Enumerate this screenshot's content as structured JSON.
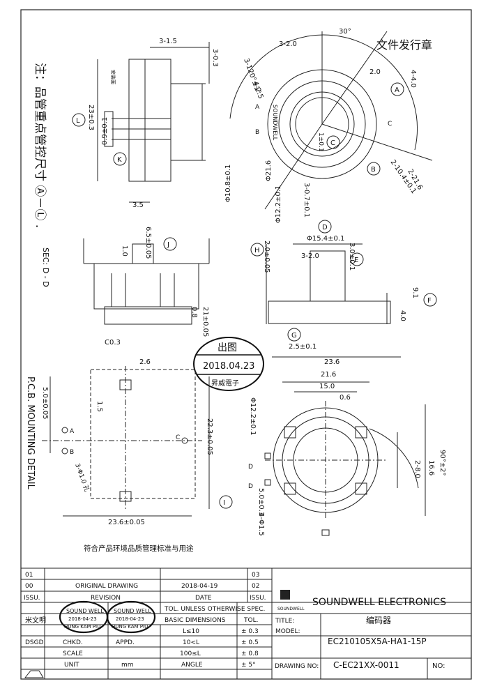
{
  "header": {
    "release_stamp": "文件发行章",
    "note": "注：品管重点管控尺寸 Ⓐ－Ⓛ .",
    "conformity_note": "符合产品环境品质管理标准与用途"
  },
  "dimensions": {
    "side_top": [
      "3-1.5",
      "3-0.3",
      "23±0.3",
      "0.9±0.1",
      "3.5"
    ],
    "side_small_label": "安装面",
    "top_view": [
      "3-2.0",
      "30°",
      "4-4.0",
      "2.0",
      "3-120°±1°",
      "4-2.5",
      "2-10.4±0.1",
      "2-21.6",
      "1±0.1",
      "3-0.7±0.1",
      "Φ10.8±0.1",
      "Φ21.6",
      "Φ12.2±0.1"
    ],
    "section": [
      "6.5±0.05",
      "1.0",
      "0.8",
      "21±0.05",
      "C0.3",
      "SEC: D - D"
    ],
    "front_view": [
      "Φ15.4±0.1",
      "2.0±0.05",
      "3-2.0",
      "3.0±0.1",
      "9.1",
      "4.0",
      "2.5±0.1",
      "23.6"
    ],
    "pcb": [
      "2.6",
      "5.0±0.05",
      "1.5",
      "22.3±0.05",
      "3-Φ1.0 孔",
      "23.6±0.05",
      "P.C.B. MOUNTING DETAIL"
    ],
    "bottom_view": [
      "21.6",
      "15.0",
      "0.6",
      "Φ12.2±0.1",
      "90°±2°",
      "16.6",
      "2-8.0",
      "5.0±0.1",
      "4-Φ1.5"
    ],
    "balloons": [
      "A",
      "B",
      "C",
      "D",
      "E",
      "F",
      "G",
      "H",
      "I",
      "J",
      "K",
      "L"
    ],
    "small_labels": [
      "A",
      "B",
      "C",
      "D",
      "SOUNDWELL"
    ]
  },
  "date_stamp": {
    "top": "出图",
    "date": "2018.04.23",
    "bottom": "昇威電子"
  },
  "title_block": {
    "rev_rows": [
      {
        "code": "01",
        "desc": "",
        "date": "",
        "code2": "03"
      },
      {
        "code": "00",
        "desc": "ORIGINAL  DRAWING",
        "date": "2018-04-19",
        "code2": "02"
      }
    ],
    "col_issu": "ISSU.",
    "col_revision": "REVISION",
    "col_date": "DATE",
    "col_issu2": "ISSU.",
    "company": "SOUNDWELL ELECTRONICS",
    "logo_text": "SOUNDWELL",
    "drawn_by": "米文明",
    "tol_header": "TOL. UNLESS OTHERWISE SPEC.",
    "basic_dims": "BASIC DIMENSIONS",
    "tol": "TOL.",
    "tol_rows": [
      {
        "range": "L≤10",
        "val": "± 0.3"
      },
      {
        "range": "10<L",
        "val": "± 0.5"
      },
      {
        "range": "100≤L",
        "val": "± 0.8"
      },
      {
        "range": "ANGLE",
        "val": "± 5°"
      }
    ],
    "labels": {
      "dsgd": "DSGD.",
      "chkd": "CHKD.",
      "appd": "APPD.",
      "scale": "SCALE",
      "unit": "UNIT",
      "unit_val": "mm"
    },
    "title_label": "TITLE:",
    "title_value": "编码器",
    "model_label": "MODEL:",
    "model_value": "EC210105X5A-HA1-15P",
    "drawing_no_label": "DRAWING NO:",
    "drawing_no_value": "C-EC21XX-0011",
    "no_label": "NO:",
    "stamp1": {
      "line1": "SOUND WELL",
      "date": "2018-04-23",
      "line2": "HUNG KAM PIU"
    },
    "stamp2": {
      "line1": "SOUND WELL",
      "date": "2018-04-23",
      "line2": "HUNG KAM PIU"
    }
  }
}
